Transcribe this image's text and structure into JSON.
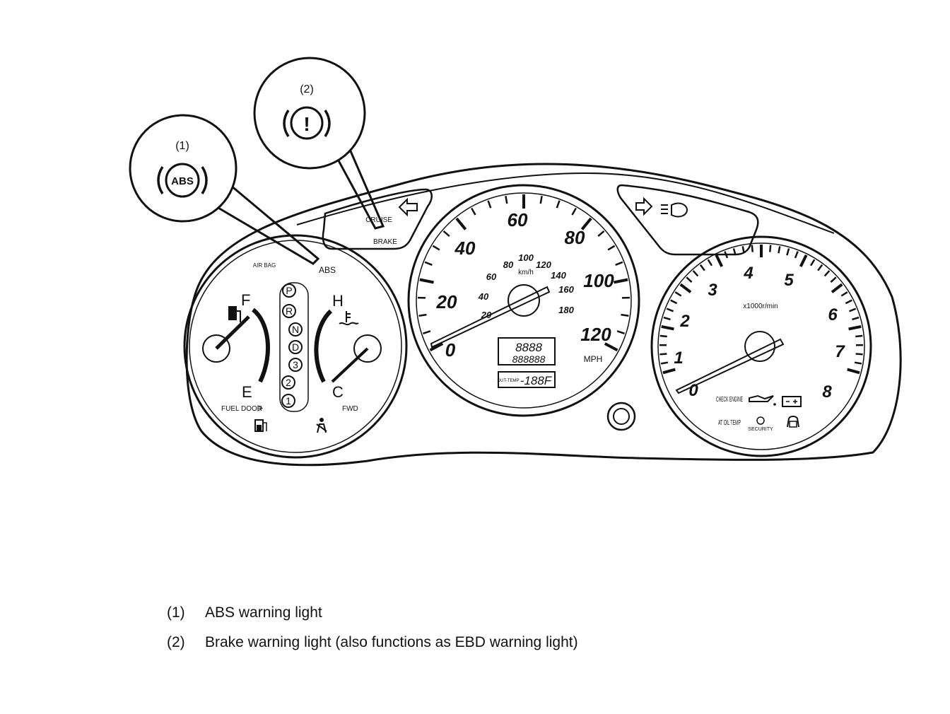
{
  "callouts": [
    {
      "number": "(1)",
      "symbol": "ABS"
    },
    {
      "number": "(2)",
      "symbol": "!"
    }
  ],
  "left_cluster": {
    "air_bag": "AIR BAG",
    "abs": "ABS",
    "fuel_full": "F",
    "fuel_empty": "E",
    "temp_hot": "H",
    "temp_cold": "C",
    "fuel_door": "FUEL DOOR",
    "fwd": "FWD",
    "gears": [
      "P",
      "R",
      "N",
      "D",
      "3",
      "2",
      "1"
    ]
  },
  "top_panel": {
    "cruise": "CRUISE",
    "brake": "BRAKE"
  },
  "speedometer": {
    "mph_labels": [
      "0",
      "20",
      "40",
      "60",
      "80",
      "100",
      "120"
    ],
    "kmh_labels": [
      "20",
      "40",
      "60",
      "80",
      "100",
      "120",
      "140",
      "160",
      "180"
    ],
    "kmh_unit": "km/h",
    "unit": "MPH",
    "odometer_top": "8888",
    "odometer_bottom": "888888",
    "outside_temp_label": "OUT-TEMP",
    "outside_temp": "-188F"
  },
  "tachometer": {
    "labels": [
      "0",
      "1",
      "2",
      "3",
      "4",
      "5",
      "6",
      "7",
      "8"
    ],
    "unit": "x1000r/min",
    "check_engine": "CHECK ENGINE",
    "at_oil_temp": "AT OIL TEMP",
    "security": "SECURITY"
  },
  "legend": [
    {
      "number": "(1)",
      "text": "ABS warning light"
    },
    {
      "number": "(2)",
      "text": "Brake warning light (also functions as EBD warning light)"
    }
  ]
}
